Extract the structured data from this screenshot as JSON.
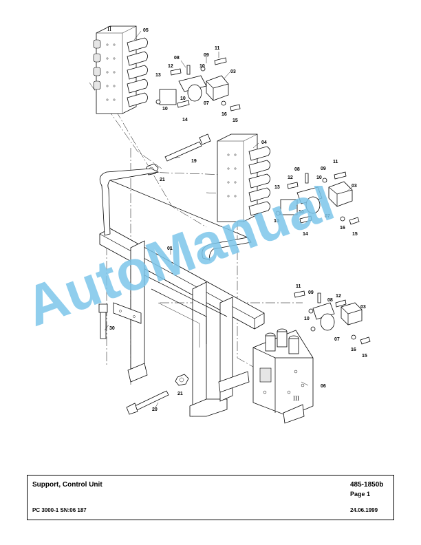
{
  "drawing": {
    "callouts": {
      "c01": "01",
      "c03a": "03",
      "c03b": "03",
      "c03c": "03",
      "c04": "04",
      "c05": "05",
      "c06": "06",
      "c07a": "07",
      "c07b": "07",
      "c07c": "07",
      "c08a": "08",
      "c08b": "08",
      "c08c": "08",
      "c09a": "09",
      "c09b": "09",
      "c09c": "09",
      "c10a": "10",
      "c10b": "10",
      "c10c": "10",
      "c10d": "10",
      "c10e": "10",
      "c10f": "10",
      "c10g": "10",
      "c11a": "11",
      "c11b": "11",
      "c11c": "11",
      "c12a": "12",
      "c12b": "12",
      "c12c": "12",
      "c13a": "13",
      "c13b": "13",
      "c14a": "14",
      "c14b": "14",
      "c15a": "15",
      "c15b": "15",
      "c15c": "15",
      "c16a": "16",
      "c16b": "16",
      "c16c": "16",
      "c19": "19",
      "c20": "20",
      "c21a": "21",
      "c21b": "21",
      "c30": "30"
    },
    "roman_marks": {
      "r1": "II",
      "r2": "III"
    },
    "watermark_text": "AutoManual",
    "watermark_color": "#7cc6ea"
  },
  "title_block": {
    "title": "Support, Control Unit",
    "doc_number": "485-1850b",
    "page": "Page 1",
    "machine": "PC 3000-1 SN:06 187",
    "date": "24.06.1999"
  }
}
